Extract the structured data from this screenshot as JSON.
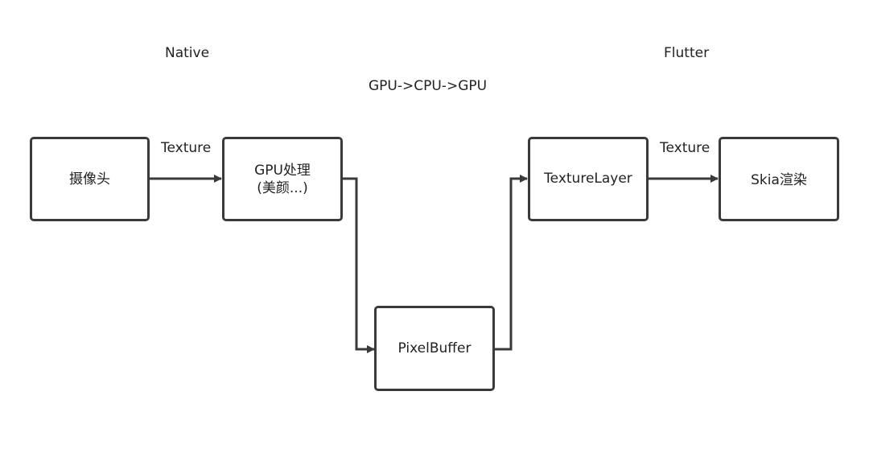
{
  "headers": {
    "native": "Native",
    "flutter": "Flutter",
    "pipeline": "GPU->CPU->GPU"
  },
  "nodes": {
    "camera": "摄像头",
    "gpu_process_line1": "GPU处理",
    "gpu_process_line2": "(美颜...)",
    "pixel_buffer": "PixelBuffer",
    "texture_layer": "TextureLayer",
    "skia_render": "Skia渲染"
  },
  "edges": {
    "camera_to_gpu": "Texture",
    "layer_to_skia": "Texture"
  },
  "colors": {
    "stroke": "#3a3a3a",
    "text": "#222222"
  }
}
